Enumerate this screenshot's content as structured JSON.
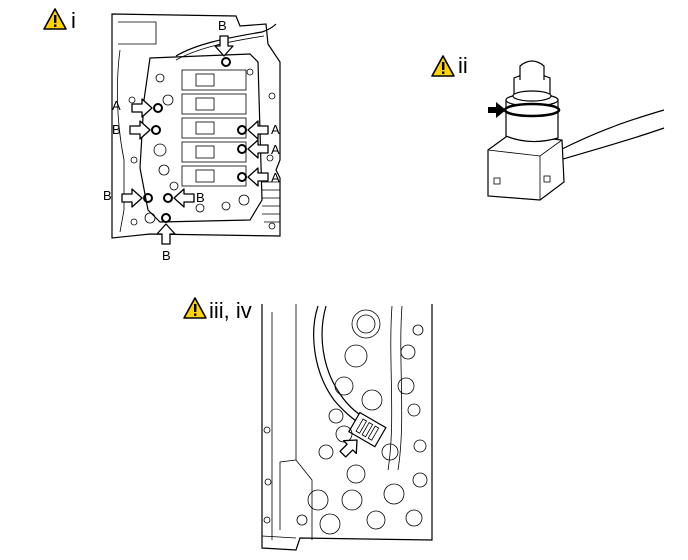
{
  "figures": [
    {
      "caption": "i",
      "callouts": {
        "top_b": "B",
        "left_a": "A",
        "left_b": "B",
        "right_a1": "A",
        "right_a2": "A",
        "right_a3": "A",
        "lower_left_b": "B",
        "mid_b": "B",
        "bottom_b": "B"
      }
    },
    {
      "caption": "ii"
    },
    {
      "caption": "iii, iv"
    }
  ],
  "icons": {
    "warning": "warning-triangle-icon",
    "warning_color": "#ffd400"
  }
}
